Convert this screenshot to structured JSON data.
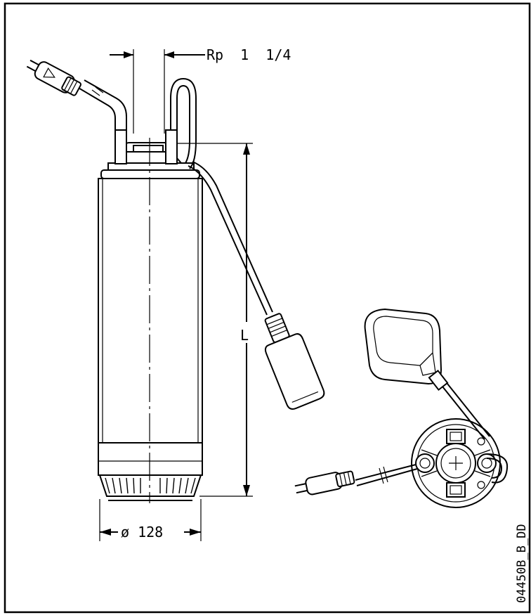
{
  "labels": {
    "thread": "Rp  1  1/4",
    "length": "L",
    "diameter": "ø 128",
    "drawing_id": "04450B_B_DD"
  }
}
